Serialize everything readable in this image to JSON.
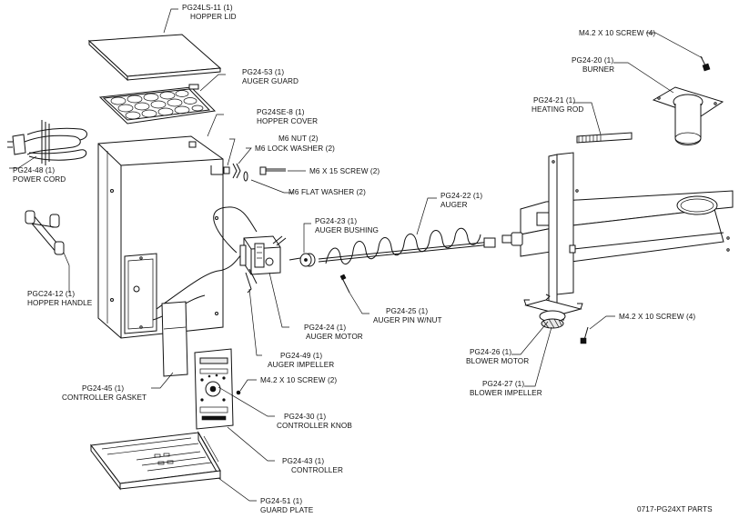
{
  "labels": [
    {
      "id": "hopper-lid",
      "lines": [
        "PG24LS-11 (1)",
        "HOPPER LID"
      ]
    },
    {
      "id": "auger-guard",
      "lines": [
        "PG24-53 (1)",
        "AUGER GUARD"
      ]
    },
    {
      "id": "hopper-cover",
      "lines": [
        "PG24SE-8 (1)",
        "HOPPER COVER"
      ]
    },
    {
      "id": "power-cord",
      "lines": [
        "PG24-48 (1)",
        "POWER CORD"
      ]
    },
    {
      "id": "m6-nut",
      "lines": [
        "M6 NUT (2)"
      ]
    },
    {
      "id": "m6-lock-washer",
      "lines": [
        "M6 LOCK WASHER (2)"
      ]
    },
    {
      "id": "m6-screw",
      "lines": [
        "M6 X 15 SCREW (2)"
      ]
    },
    {
      "id": "m6-flat-washer",
      "lines": [
        "M6 FLAT WASHER (2)"
      ]
    },
    {
      "id": "hopper-handle",
      "lines": [
        "PGC24-12 (1)",
        "HOPPER HANDLE"
      ]
    },
    {
      "id": "auger-bushing",
      "lines": [
        "PG24-23 (1)",
        "AUGER BUSHING"
      ]
    },
    {
      "id": "auger",
      "lines": [
        "PG24-22 (1)",
        "AUGER"
      ]
    },
    {
      "id": "auger-pin",
      "lines": [
        "PG24-25 (1)",
        "AUGER PIN W/NUT"
      ]
    },
    {
      "id": "auger-motor",
      "lines": [
        "PG24-24 (1)",
        "AUGER MOTOR"
      ]
    },
    {
      "id": "auger-impeller",
      "lines": [
        "PG24-49 (1)",
        "AUGER IMPELLER"
      ]
    },
    {
      "id": "controller-gasket",
      "lines": [
        "PG24-45 (1)",
        "CONTROLLER GASKET"
      ]
    },
    {
      "id": "m42-screw-ctrl",
      "lines": [
        "M4.2 X 10 SCREW (2)"
      ]
    },
    {
      "id": "controller-knob",
      "lines": [
        "PG24-30 (1)",
        "CONTROLLER KNOB"
      ]
    },
    {
      "id": "controller",
      "lines": [
        "PG24-43 (1)",
        "CONTROLLER"
      ]
    },
    {
      "id": "guard-plate",
      "lines": [
        "PG24-51 (1)",
        "GUARD PLATE"
      ]
    },
    {
      "id": "m42-screw-burner",
      "lines": [
        "M4.2 X 10 SCREW (4)"
      ]
    },
    {
      "id": "burner",
      "lines": [
        "PG24-20 (1)",
        "BURNER"
      ]
    },
    {
      "id": "heating-rod",
      "lines": [
        "PG24-21 (1)",
        "HEATING ROD"
      ]
    },
    {
      "id": "m42-screw-blower",
      "lines": [
        "M4.2 X 10 SCREW (4)"
      ]
    },
    {
      "id": "blower-motor",
      "lines": [
        "PG24-26 (1)",
        "BLOWER MOTOR"
      ]
    },
    {
      "id": "blower-impeller",
      "lines": [
        "PG24-27 (1)",
        "BLOWER IMPELLER"
      ]
    }
  ],
  "footer_code": "0717-PG24XT PARTS"
}
